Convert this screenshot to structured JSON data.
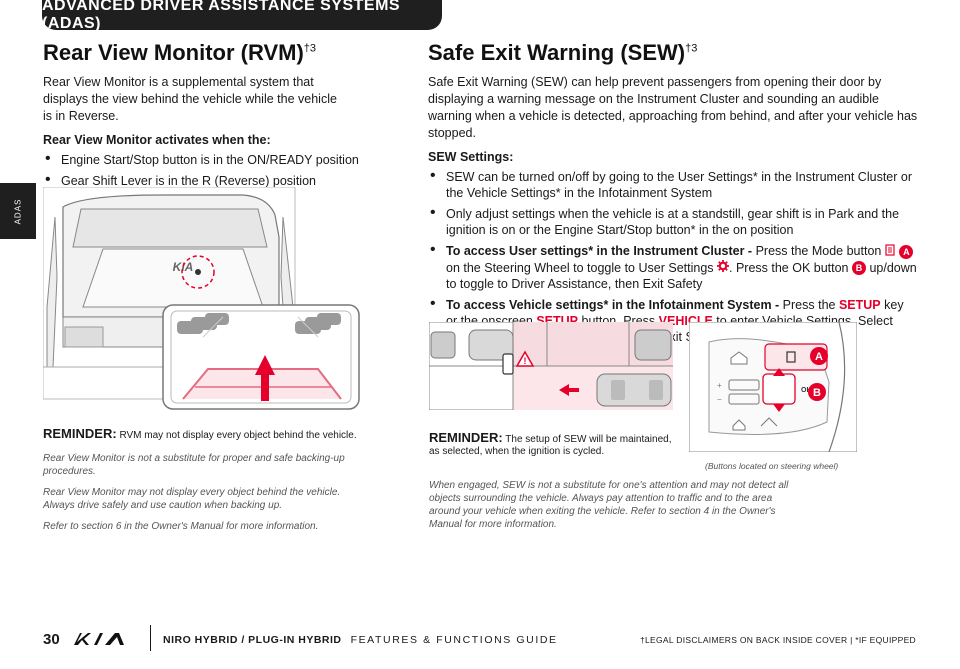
{
  "header": {
    "title": "ADVANCED DRIVER ASSISTANCE SYSTEMS (ADAS)"
  },
  "side_tab": {
    "label": "ADAS"
  },
  "rvm": {
    "title": "Rear View Monitor (RVM)",
    "title_sup": "†3",
    "intro": "Rear View Monitor is a supplemental system that displays the view behind the vehicle while the vehicle is in Reverse.",
    "activates_heading": "Rear View Monitor activates when the:",
    "bullets": [
      "Engine Start/Stop button is in the ON/READY position",
      "Gear Shift Lever is in the R (Reverse) position"
    ],
    "reminder_label": "REMINDER:",
    "reminder_text": "RVM may not display every object behind the vehicle.",
    "notes": [
      "Rear View Monitor is not a substitute for proper and safe backing-up procedures.",
      "Rear View Monitor may not display every object behind the vehicle. Always drive safely and use caution when backing up.",
      "Refer to section 6 in the Owner's Manual for more information."
    ]
  },
  "sew": {
    "title": "Safe Exit Warning (SEW)",
    "title_sup": "†3",
    "intro": "Safe Exit Warning (SEW) can help prevent passengers from opening their door by displaying a warning message on the Instrument Cluster and sounding an audible warning when a vehicle is detected, approaching from behind, and after your vehicle has stopped.",
    "settings_heading": "SEW Settings:",
    "bullet1": "SEW can be turned on/off by going to the User Settings* in the Instrument Cluster or the Vehicle Settings* in the Infotainment System",
    "bullet2": "Only adjust settings when the vehicle is at a standstill, gear shift is in Park and the ignition is on or the Engine Start/Stop button* in the on position",
    "b3_bold": "To access User settings* in the Instrument Cluster -",
    "b3_t1": " Press the Mode button ",
    "b3_t2": " on the Steering Wheel to toggle to User Settings ",
    "b3_t3": ". Press the OK button ",
    "b3_t4": " up/down to toggle to Driver Assistance, then Exit Safety",
    "badge_a": "A",
    "badge_b": "B",
    "b4_bold": "To access Vehicle settings* in the Infotainment System -",
    "b4_t1": " Press the ",
    "b4_setup1": "SETUP",
    "b4_t2": " key or the onscreen ",
    "b4_setup2": "SETUP",
    "b4_t3": " button. Press ",
    "b4_vehicle": "VEHICLE",
    "b4_t4": " to enter Vehicle Settings. Select Driver Assistance, Driving Safety, then Exit Safety.",
    "reminder_label": "REMINDER:",
    "reminder_text": "The setup of SEW will be maintained, as selected, when the ignition is cycled.",
    "steering_caption": "(Buttons located on steering wheel)",
    "note": "When engaged, SEW is not a substitute for one's attention and may not detect all objects surrounding the vehicle. Always pay attention to traffic and to the area around your vehicle when exiting the vehicle. Refer to section 4 in the Owner's Manual for more information.",
    "ok_label": "OK"
  },
  "footer": {
    "page_number": "30",
    "guide_bold": "NIRO HYBRID / PLUG-IN HYBRID",
    "guide_rest": "FEATURES & FUNCTIONS GUIDE",
    "legal": "†LEGAL DISCLAIMERS ON BACK INSIDE COVER  |  *IF EQUIPPED"
  },
  "colors": {
    "accent": "#e4002b",
    "dark": "#1f1f1f"
  }
}
